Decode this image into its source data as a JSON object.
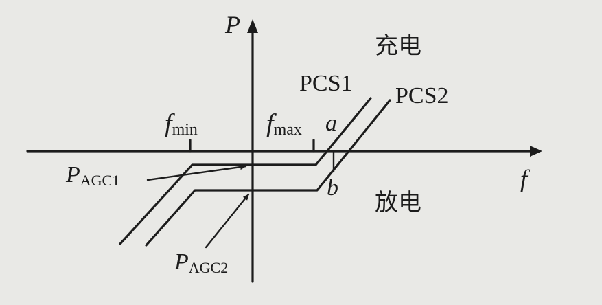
{
  "axes": {
    "y_label": "P",
    "x_label": "f"
  },
  "tick_labels": {
    "fmin_base": "f",
    "fmin_sub": "min",
    "fmax_base": "f",
    "fmax_sub": "max"
  },
  "regions": {
    "charge": "充电",
    "discharge": "放电"
  },
  "curves": {
    "pcs1": "PCS1",
    "pcs2": "PCS2"
  },
  "points": {
    "a": "a",
    "b": "b"
  },
  "annotations": {
    "pagc1_base": "P",
    "pagc1_sub": "AGC1",
    "pagc2_base": "P",
    "pagc2_sub": "AGC2"
  }
}
